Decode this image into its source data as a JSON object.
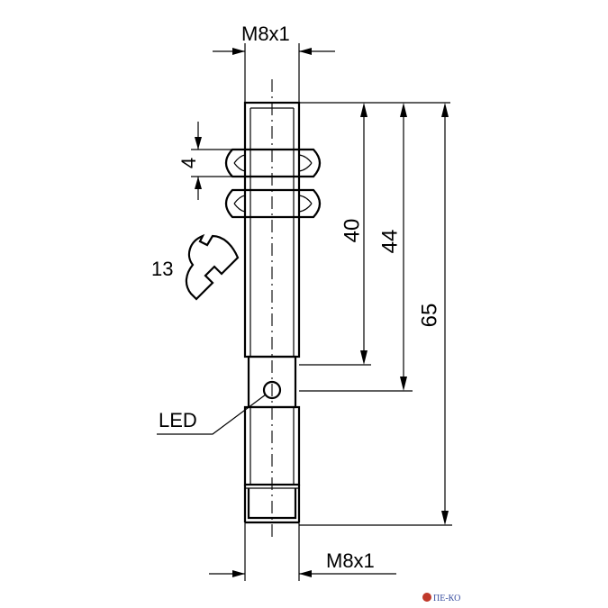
{
  "labels": {
    "thread_top": "M8x1",
    "thread_bottom": "M8x1",
    "nut_height": "4",
    "wrench_size": "13",
    "led": "LED",
    "length_thread": "40",
    "length_body": "44",
    "length_total": "65"
  },
  "watermark": {
    "text": "ПЕ-КО",
    "color": "#3a4fa0"
  },
  "colors": {
    "line": "#000000",
    "background": "#ffffff"
  }
}
